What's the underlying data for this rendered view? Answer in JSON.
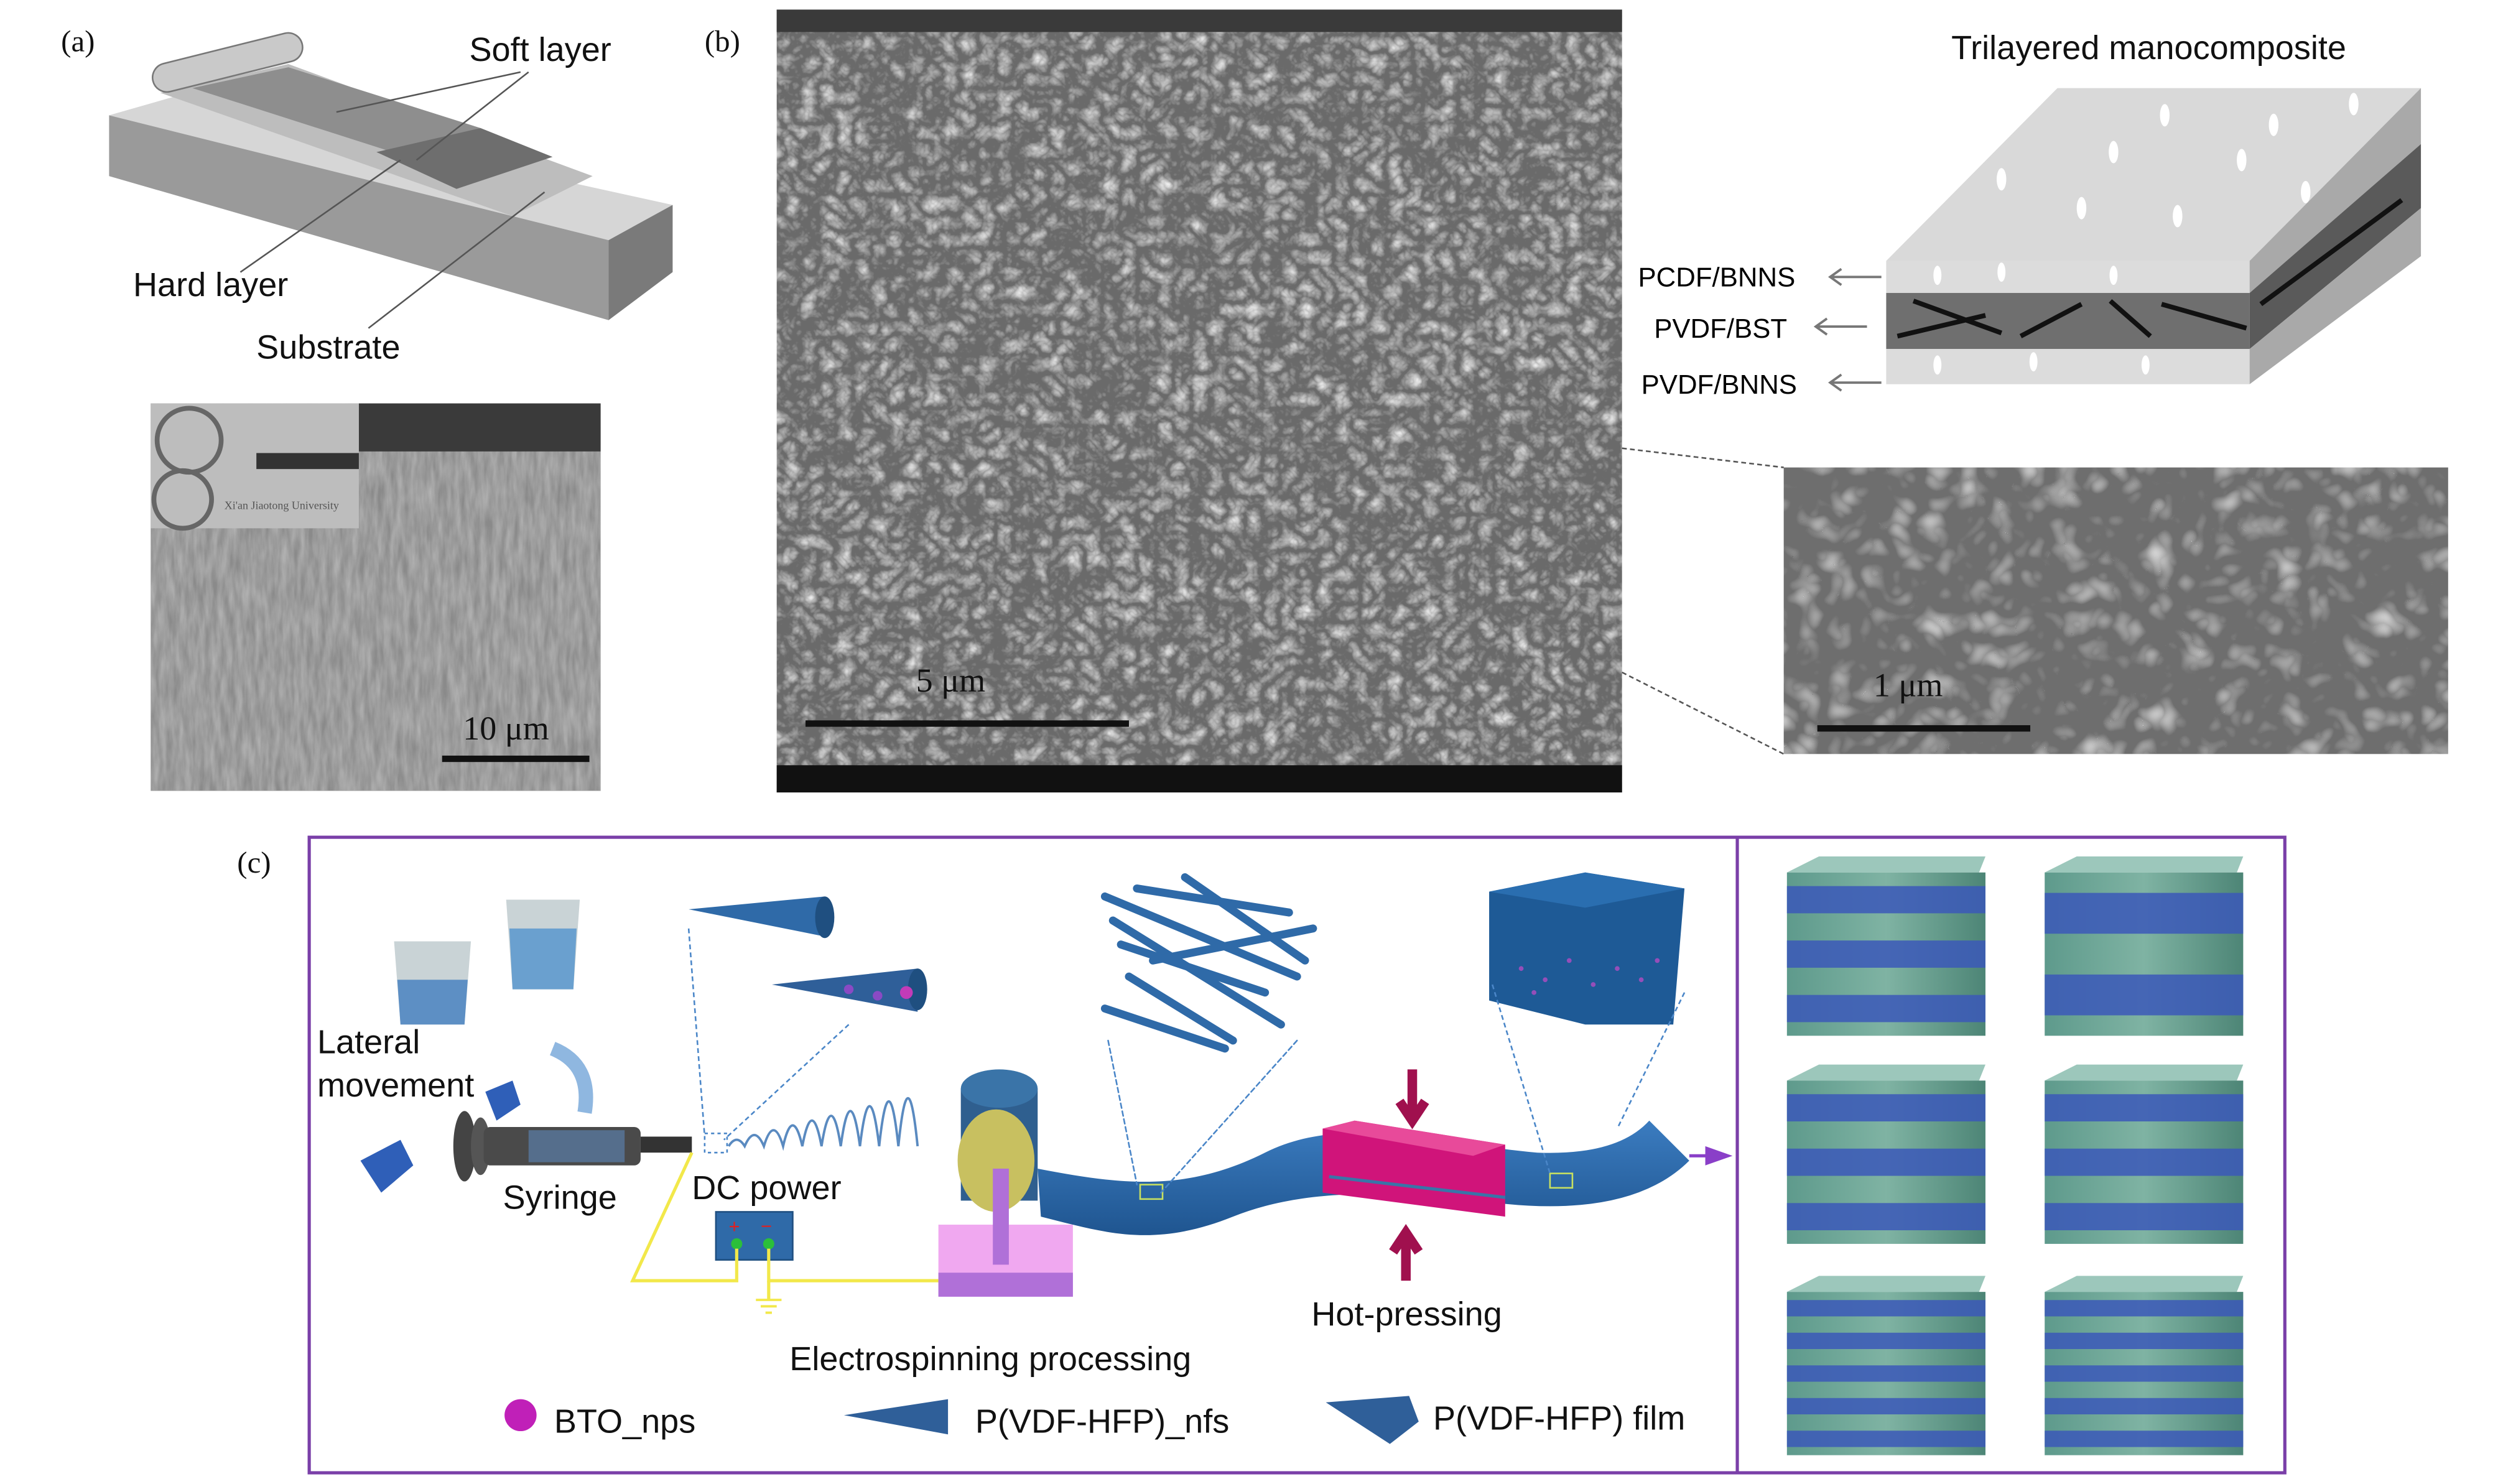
{
  "panel_a": {
    "label": "(a)",
    "soft_layer": "Soft layer",
    "hard_layer": "Hard layer",
    "substrate": "Substrate",
    "scale_bar": "10 μm",
    "inset_text": "Xi'an Jiaotong University"
  },
  "panel_b": {
    "label": "(b)",
    "scale_bar_main": "5 μm",
    "scale_bar_inset": "1 μm",
    "diagram_title": "Trilayered manocomposite",
    "layers": [
      "PCDF/BNNS",
      "PVDF/BST",
      "PVDF/BNNS"
    ]
  },
  "panel_c": {
    "label": "(c)",
    "lateral": "Lateral",
    "movement": "movement",
    "syringe": "Syringe",
    "dc_power": "DC power",
    "electrospinning": "Electrospinning processing",
    "hot_pressing": "Hot-pressing",
    "legend": [
      "BTO_nps",
      "P(VDF-HFP)_nfs",
      "P(VDF-HFP) film"
    ]
  },
  "colors": {
    "frame": "#7a3fa8",
    "fiber": "#2f6aa8",
    "press": "#d0147a",
    "collector": "#c8c060"
  }
}
